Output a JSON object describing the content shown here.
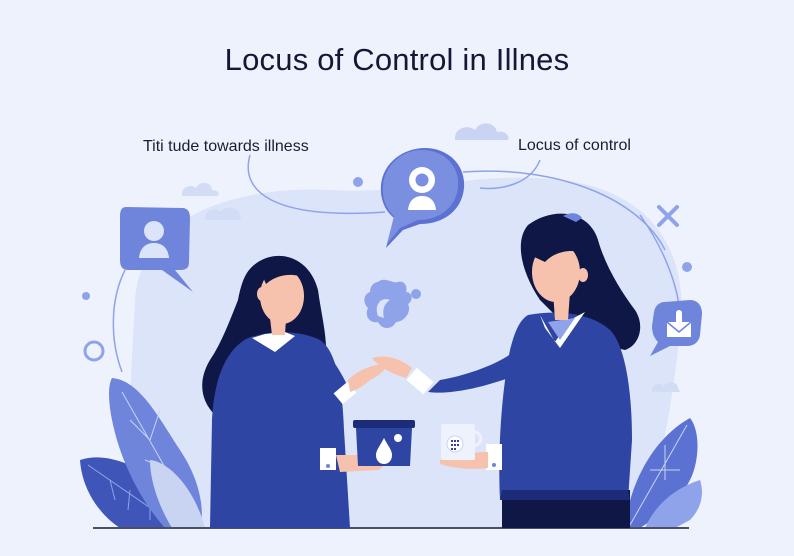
{
  "title": "Locus of Control in Illnes",
  "labels": {
    "left": "Titi tude towards illness",
    "right": "Locus of control"
  },
  "icons": [
    "user-chat-bubble-icon",
    "user-avatar-bubble-icon",
    "mail-bubble-icon",
    "close-x-icon",
    "splash-blob-icon",
    "droplet-box-icon",
    "calendar-mug-icon",
    "cloud-icon",
    "leaf-icon",
    "ring-icon"
  ],
  "people": [
    {
      "role": "left-woman",
      "holding": "box with droplet"
    },
    {
      "role": "right-woman",
      "holding": "mug with calendar"
    }
  ],
  "colors": {
    "background": "#eef2fc",
    "backdrop": "#dbe4f8",
    "accent": "#6f85dc",
    "accent_light": "#8fa3ea",
    "suit": "#2f45a3",
    "suit_dark": "#1d2c78",
    "hair": "#0f1746",
    "skin": "#f6c2ad",
    "title_text": "#141836"
  }
}
